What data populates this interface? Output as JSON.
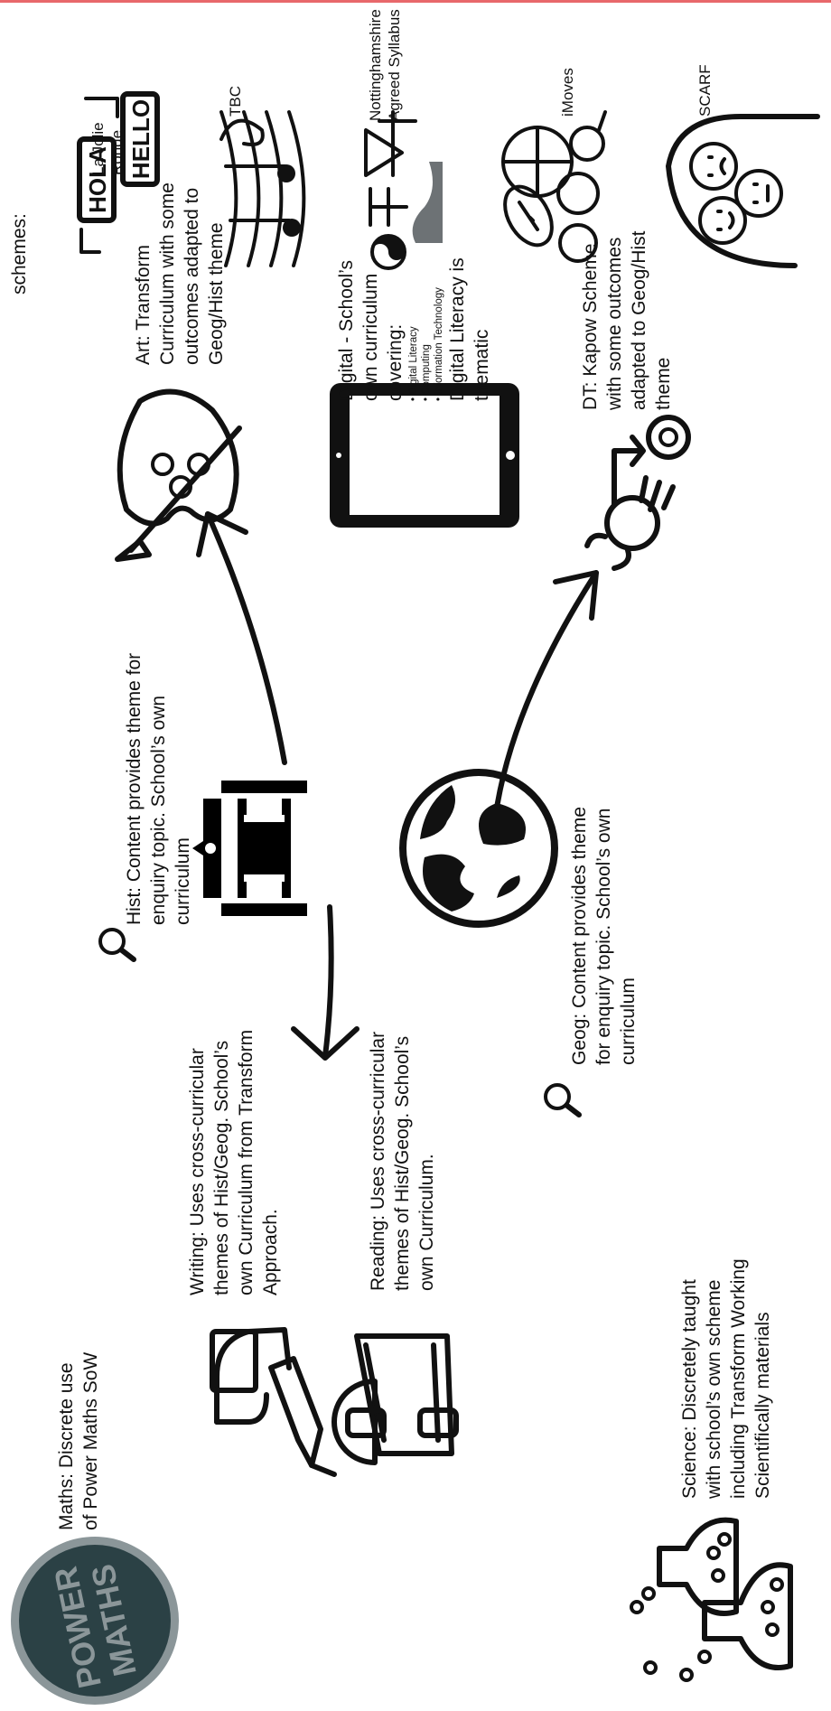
{
  "colors": {
    "accent_bar": "#e8686b",
    "power_maths_badge": "#2b4145",
    "badge_ring": "#8b9699"
  },
  "maths": {
    "icon": "power-maths-logo",
    "logo_line1": "POWER",
    "logo_line2": "MATHS",
    "line1": "Maths: Discrete use",
    "line2": "of Power Maths SoW"
  },
  "writing": {
    "icon": "hand-writing-icon",
    "lines": [
      "Writing: Uses cross-curricular",
      "themes of Hist/Geog. School’s",
      "own Curriculum from Transform",
      "Approach."
    ]
  },
  "reading": {
    "icon": "reading-book-icon",
    "lines": [
      "Reading: Uses cross-curricular",
      "themes of Hist/Geog. School’s",
      "own Curriculum."
    ]
  },
  "science": {
    "icon": "flasks-icon",
    "lines": [
      "Science: Discretely taught",
      "with school’s own scheme",
      "including Transform Working",
      "Scientifically materials"
    ]
  },
  "hist": {
    "icon": "museum-icon",
    "lines": [
      "Hist: Content provides theme for",
      "enquiry topic. School’s own",
      "curriculum"
    ]
  },
  "geog": {
    "icon": "globe-icon",
    "lines": [
      "Geog: Content provides theme",
      "for enquiry topic. School’s own",
      "curriculum"
    ]
  },
  "art": {
    "icon": "palette-icon",
    "lines": [
      "Art: Transform",
      "Curriculum with some",
      "outcomes adapted to",
      "Geog/Hist theme"
    ]
  },
  "digital": {
    "icon": "tablet-icon",
    "lines": [
      "Digital - School’s",
      "own curriculum",
      "covering:"
    ],
    "bullets": [
      "Digital Literacy",
      "Computing",
      "Information Technology"
    ],
    "tail": [
      "Digital Literacy is",
      "thematic"
    ]
  },
  "dt": {
    "icon": "lightbulb-gear-icon",
    "lines": [
      "DT: Kapow Scheme",
      "with some outcomes",
      "adapted to Geog/Hist",
      "theme"
    ]
  },
  "schemes": {
    "heading": "schemes:",
    "items": [
      {
        "icon": "hola-hello-icon",
        "label_lines": [
          "La Jolie",
          "Ronde"
        ],
        "icon_text_1": "HOLA",
        "icon_text_2": "HELLO"
      },
      {
        "icon": "music-notes-icon",
        "label_lines": [
          "TBC"
        ]
      },
      {
        "icon": "religion-symbols-icon",
        "label_lines": [
          "Nottinghamshire",
          "Agreed Syllabus"
        ]
      },
      {
        "icon": "sports-balls-icon",
        "label_lines": [
          "iMoves"
        ]
      },
      {
        "icon": "emotions-faces-icon",
        "label_lines": [
          "SCARF"
        ]
      }
    ]
  }
}
